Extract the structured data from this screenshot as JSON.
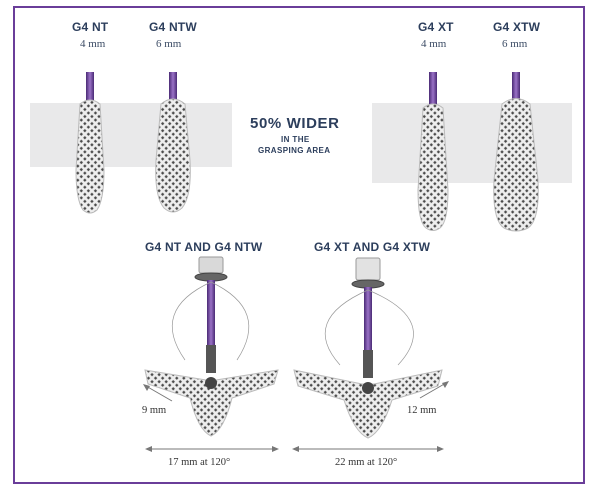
{
  "colors": {
    "frame": "#6a3d99",
    "heading": "#2c3e5c",
    "shaft": "#6b3fa0",
    "band": "#e9e9ea"
  },
  "devices": [
    {
      "name": "G4 NT",
      "size": "4 mm"
    },
    {
      "name": "G4 NTW",
      "size": "6 mm"
    },
    {
      "name": "G4 XT",
      "size": "4 mm"
    },
    {
      "name": "G4 XTW",
      "size": "6 mm"
    }
  ],
  "headline": {
    "big": "50% WIDER",
    "line1": "IN THE",
    "line2": "GRASPING AREA"
  },
  "groups": [
    {
      "title": "G4 NT AND G4 NTW",
      "arm": "9 mm",
      "span": "17 mm at 120°"
    },
    {
      "title": "G4 XT AND G4 XTW",
      "arm": "12 mm",
      "span": "22 mm at 120°"
    }
  ],
  "icons": [
    "clip-top-icon",
    "mesh-arm-icon"
  ]
}
